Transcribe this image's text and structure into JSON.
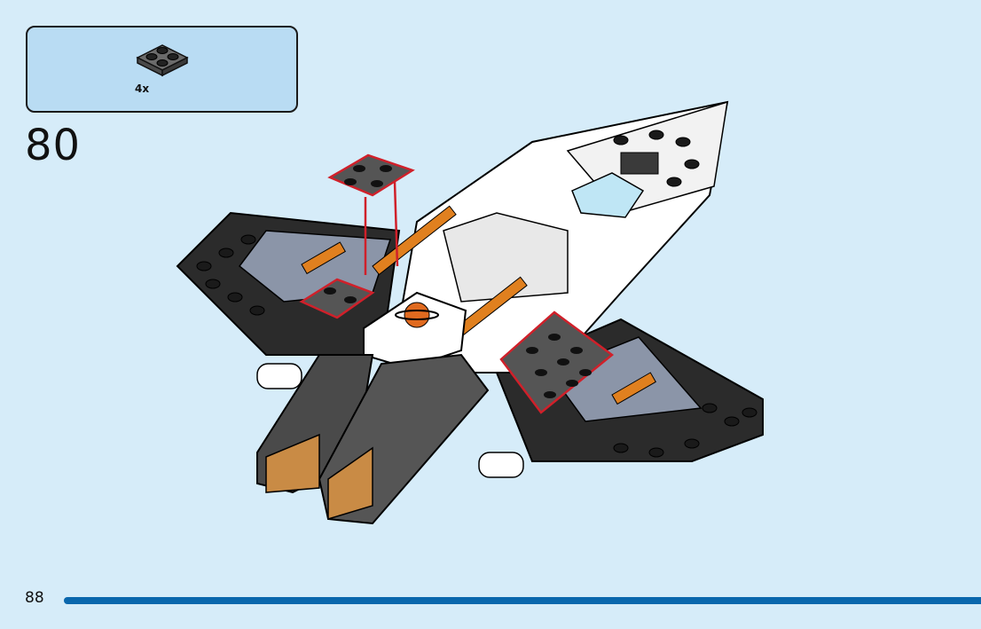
{
  "parts_callout": {
    "quantity": "4x",
    "part_icon": "plate-2x2-dark-grey"
  },
  "step": {
    "number": "80"
  },
  "model": {
    "icon": "lego-spaceship-build-illustration",
    "highlight_color": "#d0202a"
  },
  "footer": {
    "page_number": "88",
    "bar_color": "#0a67ad"
  }
}
